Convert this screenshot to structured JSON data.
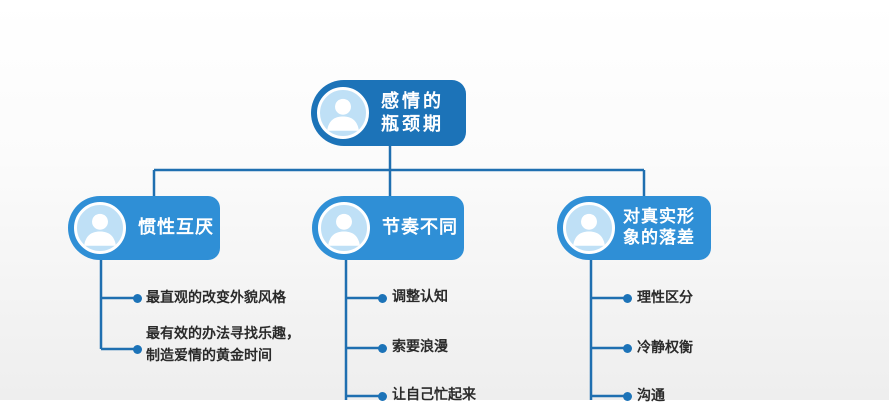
{
  "root": {
    "line1": "感情的",
    "line2": "瓶颈期"
  },
  "branches": [
    {
      "label": "惯性互厌",
      "items": [
        "最直观的改变外貌风格",
        "最有效的办法寻找乐趣，",
        "制造爱情的黄金时间"
      ]
    },
    {
      "label": "节奏不同",
      "items": [
        "调整认知",
        "索要浪漫",
        "让自己忙起来"
      ]
    },
    {
      "label_line1": "对真实形",
      "label_line2": "象的落差",
      "items": [
        "理性区分",
        "冷静权衡",
        "沟通"
      ]
    }
  ],
  "colors": {
    "root": "#1c73b8",
    "branch": "#2f8fd6",
    "connector": "#1f6fb0",
    "avatar_bg": "#bfe0f6"
  },
  "icons": {
    "avatar": "person-icon"
  }
}
